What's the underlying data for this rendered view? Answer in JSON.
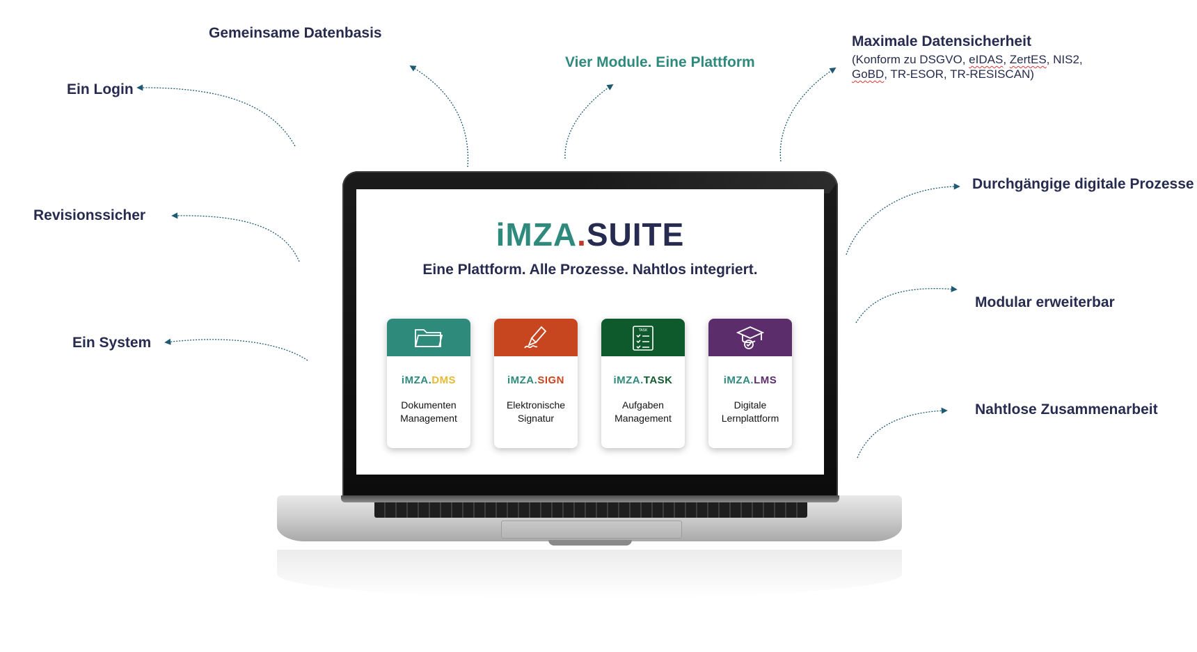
{
  "colors": {
    "navy": "#262b4f",
    "teal": "#2d8a7c",
    "arrow": "#1d5a73",
    "dms": "#2e8b7b",
    "sign": "#c8461f",
    "task": "#0e5a2c",
    "lms": "#5c2d6b"
  },
  "labels": {
    "gemeinsame": "Gemeinsame Datenbasis",
    "login": "Ein Login",
    "vier": "Vier Module. Eine Plattform",
    "sicherheit": "Maximale Datensicherheit",
    "sicherheit_sub": {
      "a": "(Konform zu DSGVO, ",
      "eidas": "eIDAS",
      "sep1": ", ",
      "zertes": "ZertES",
      "b": ", NIS2,",
      "gobd": "GoBD",
      "c": ", TR-ESOR, TR-RESISCAN)"
    },
    "revision": "Revisionssicher",
    "system": "Ein System",
    "prozesse": "Durchgängige digitale Prozesse",
    "modular": "Modular erweiterbar",
    "zusammen": "Nahtlose Zusammenarbeit"
  },
  "screen": {
    "logo_imza": "iMZA",
    "logo_dot": ".",
    "logo_suite": "SUITE",
    "tagline": "Eine Plattform. Alle Prozesse. Nahtlos integriert."
  },
  "modules": [
    {
      "prefix": "iMZA.",
      "suffix": "DMS",
      "suffix_color": "#e8b931",
      "color": "#2e8b7b",
      "icon": "folder-icon",
      "desc": "Dokumenten\nManagement"
    },
    {
      "prefix": "iMZA.",
      "suffix": "SIGN",
      "suffix_color": "#c8461f",
      "color": "#c8461f",
      "icon": "pen-icon",
      "desc": "Elektronische\nSignatur"
    },
    {
      "prefix": "iMZA.",
      "suffix": "TASK",
      "suffix_color": "#0e5a2c",
      "color": "#0e5a2c",
      "icon": "checklist-icon",
      "desc": "Aufgaben\nManagement"
    },
    {
      "prefix": "iMZA.",
      "suffix": "LMS",
      "suffix_color": "#5c2d6b",
      "color": "#5c2d6b",
      "icon": "graduation-cap-icon",
      "desc": "Digitale\nLernplattform"
    }
  ],
  "checklist_icon_text": "TASK"
}
